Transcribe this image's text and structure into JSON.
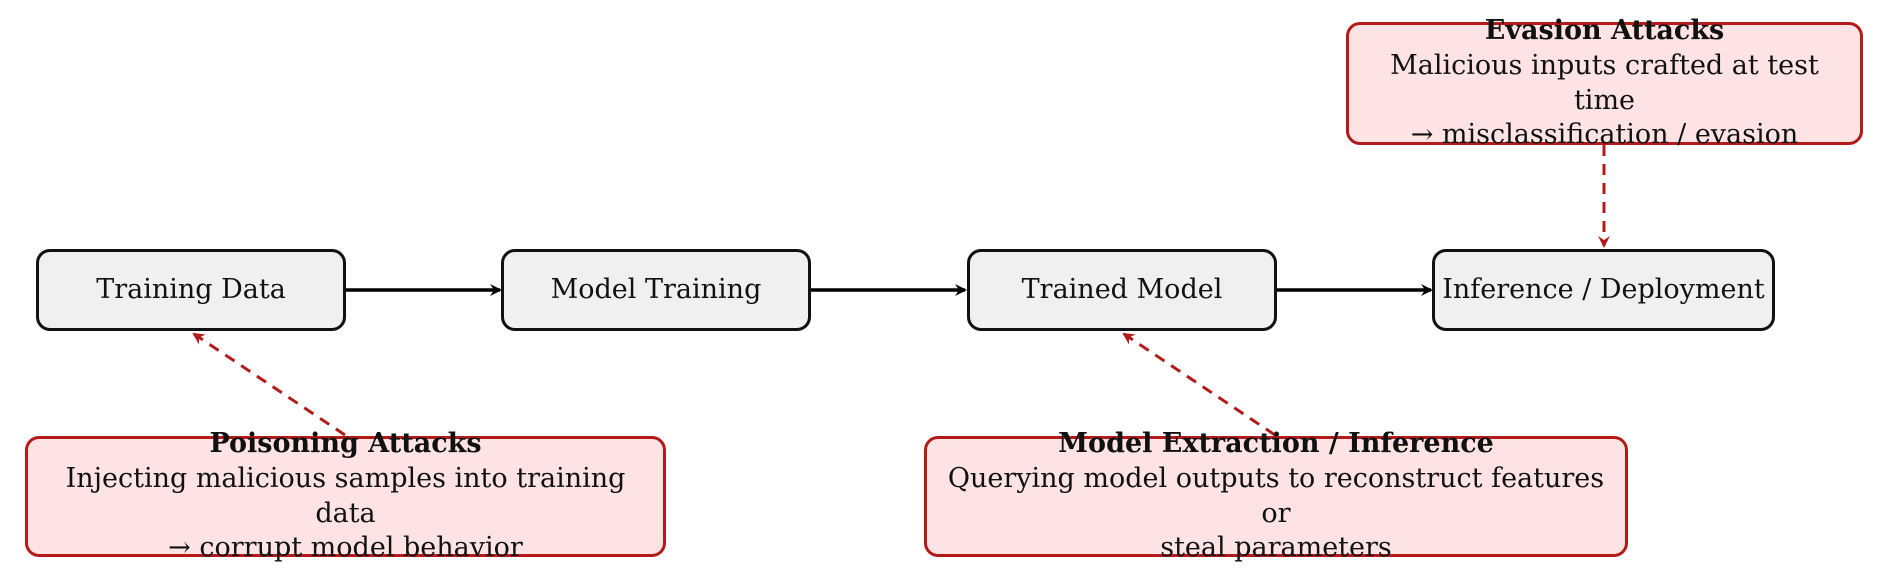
{
  "colors": {
    "stage_fill": "#f0f0f0",
    "stage_stroke": "#111111",
    "attack_fill": "#fde3e3",
    "attack_stroke": "#b31b1b",
    "flow_arrow": "#000000",
    "attack_arrow": "#b31b1b"
  },
  "pipeline": {
    "stages": [
      {
        "id": "training-data",
        "label": "Training Data"
      },
      {
        "id": "model-training",
        "label": "Model Training"
      },
      {
        "id": "trained-model",
        "label": "Trained Model"
      },
      {
        "id": "inference-deployment",
        "label": "Inference / Deployment"
      }
    ]
  },
  "attacks": {
    "poisoning": {
      "title": "Poisoning Attacks",
      "description": "Injecting malicious samples into training data\n→ corrupt model behavior",
      "target": "training-data"
    },
    "extraction": {
      "title": "Model Extraction / Inference",
      "description": "Querying model outputs to reconstruct features or\nsteal parameters",
      "target": "trained-model"
    },
    "evasion": {
      "title": "Evasion Attacks",
      "description": "Malicious inputs crafted at test time\n→ misclassification / evasion",
      "target": "inference-deployment"
    }
  }
}
